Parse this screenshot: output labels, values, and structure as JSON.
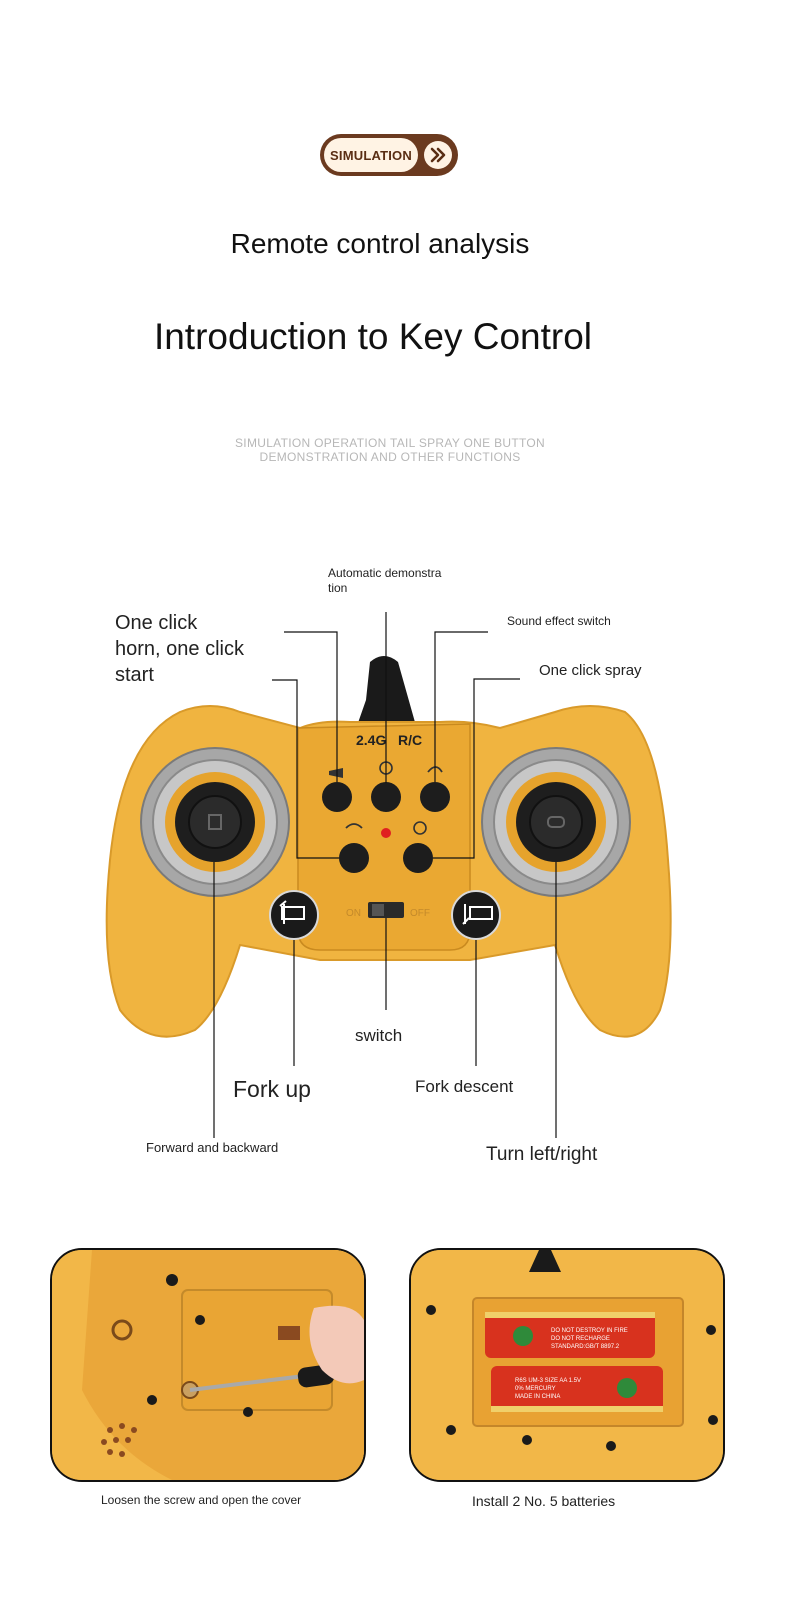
{
  "badge": {
    "label": "SIMULATION",
    "icon": "double-chevron-right-icon"
  },
  "headings": {
    "section": "Remote control analysis",
    "title": "Introduction to Key Control",
    "subtitle": "SIMULATION OPERATION TAIL SPRAY ONE BUTTON DEMONSTRATION AND OTHER FUNCTIONS"
  },
  "callouts": {
    "auto_demo_line1": "Automatic demonstra",
    "auto_demo_line2": "tion",
    "horn_line1": "One click",
    "horn_line2": "horn, one click",
    "horn_line3": "start",
    "sound_effect": "Sound effect switch",
    "spray": "One click spray",
    "switch": "switch",
    "fork_up": "Fork up",
    "fork_descent": "Fork descent",
    "forward_backward": "Forward and backward",
    "turn": "Turn left/right"
  },
  "controller": {
    "print_24g": "2.4G",
    "print_rc": "R/C",
    "power_on": "ON",
    "power_off": "OFF",
    "body_color": "#f0b440",
    "accent_brown": "#6b3a1f"
  },
  "batteries": {
    "warning_line1": "DO NOT DESTROY IN FIRE",
    "warning_line2": "DO NOT RECHARGE",
    "warning_line3": "STANDARD:GB/T 8897.2",
    "label2_line1": "R6S UM-3 SIZE AA 1.5V",
    "label2_line2": "0% MERCURY",
    "label2_line3": "MADE IN CHINA"
  },
  "captions": {
    "left": "Loosen the screw and open the cover",
    "right": "Install 2 No. 5 batteries"
  }
}
